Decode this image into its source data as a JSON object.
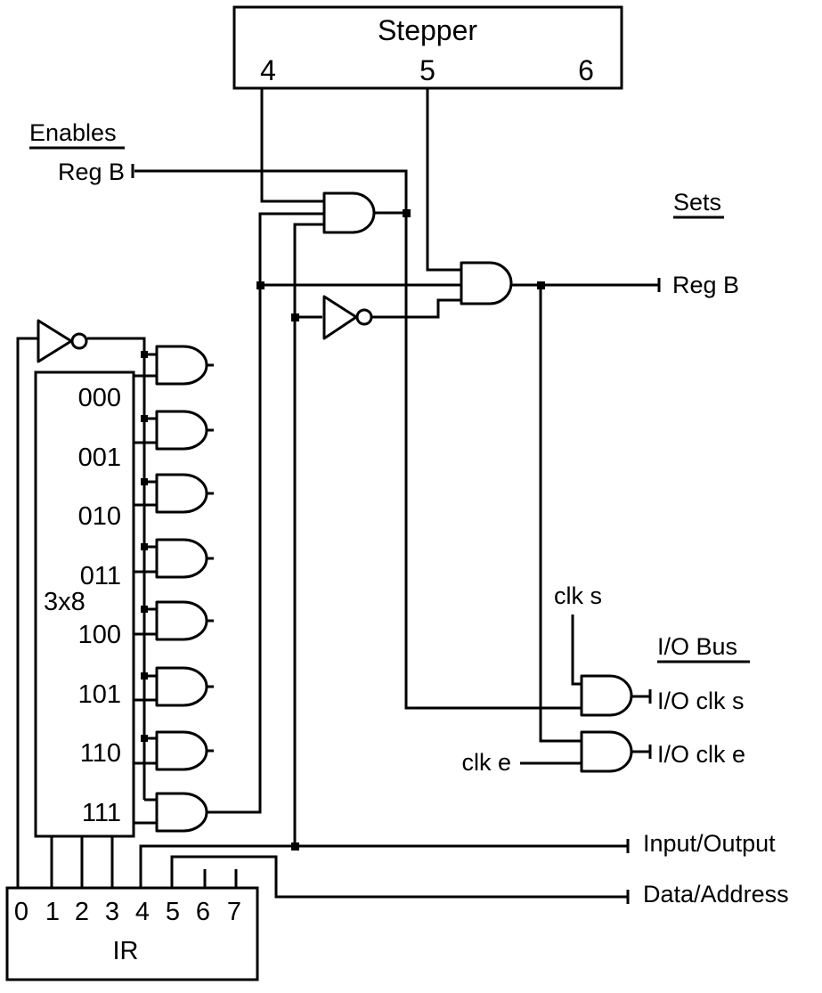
{
  "stepper": {
    "title": "Stepper",
    "steps": [
      "4",
      "5",
      "6"
    ]
  },
  "enables": {
    "heading": "Enables",
    "reg_b": "Reg B"
  },
  "sets": {
    "heading": "Sets",
    "reg_b": "Reg B"
  },
  "decoder": {
    "label": "3x8",
    "outputs": [
      "000",
      "001",
      "010",
      "011",
      "100",
      "101",
      "110",
      "111"
    ]
  },
  "io_bus": {
    "heading": "I/O Bus",
    "clk_s_in": "clk s",
    "clk_e_in": "clk e",
    "clk_s_out": "I/O clk s",
    "clk_e_out": "I/O clk e"
  },
  "outputs": {
    "input_output": "Input/Output",
    "data_address": "Data/Address"
  },
  "ir": {
    "label": "IR",
    "bits": [
      "0",
      "1",
      "2",
      "3",
      "4",
      "5",
      "6",
      "7"
    ]
  }
}
